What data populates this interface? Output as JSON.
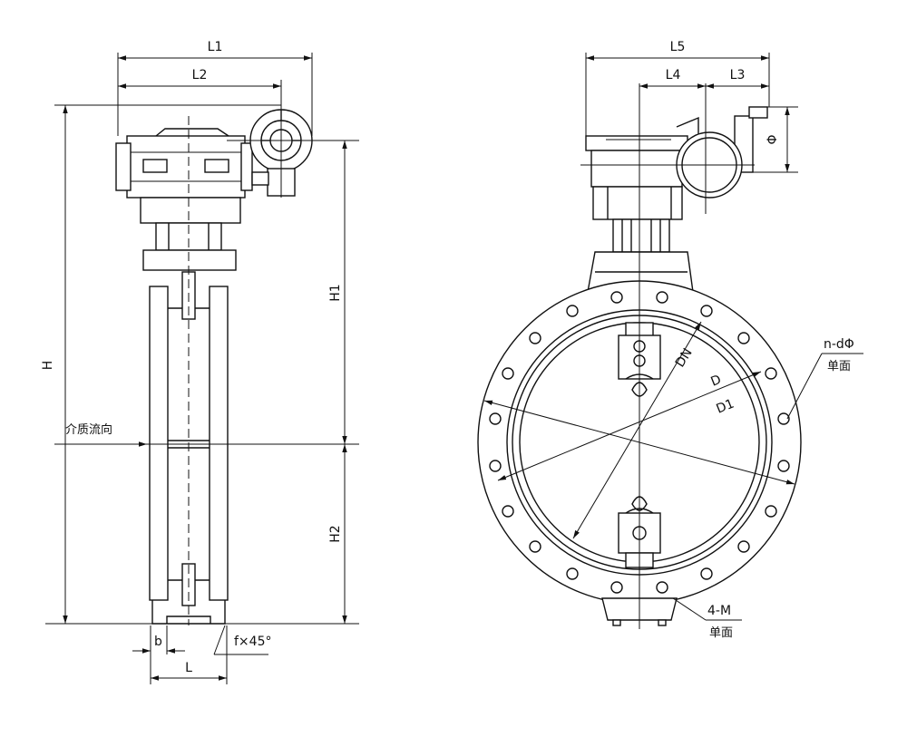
{
  "labels": {
    "L1": "L1",
    "L2": "L2",
    "L3": "L3",
    "L4": "L4",
    "L5": "L5",
    "H": "H",
    "H1": "H1",
    "H2": "H2",
    "L": "L",
    "b": "b",
    "chamfer": "f×45°",
    "flow": "介质流向",
    "DN": "DN",
    "D": "D",
    "D1": "D1",
    "phi": "Φ",
    "bolt_holes": "n-dΦ",
    "single_face_1": "单面",
    "threaded_holes": "4-M",
    "single_face_2": "单面"
  }
}
